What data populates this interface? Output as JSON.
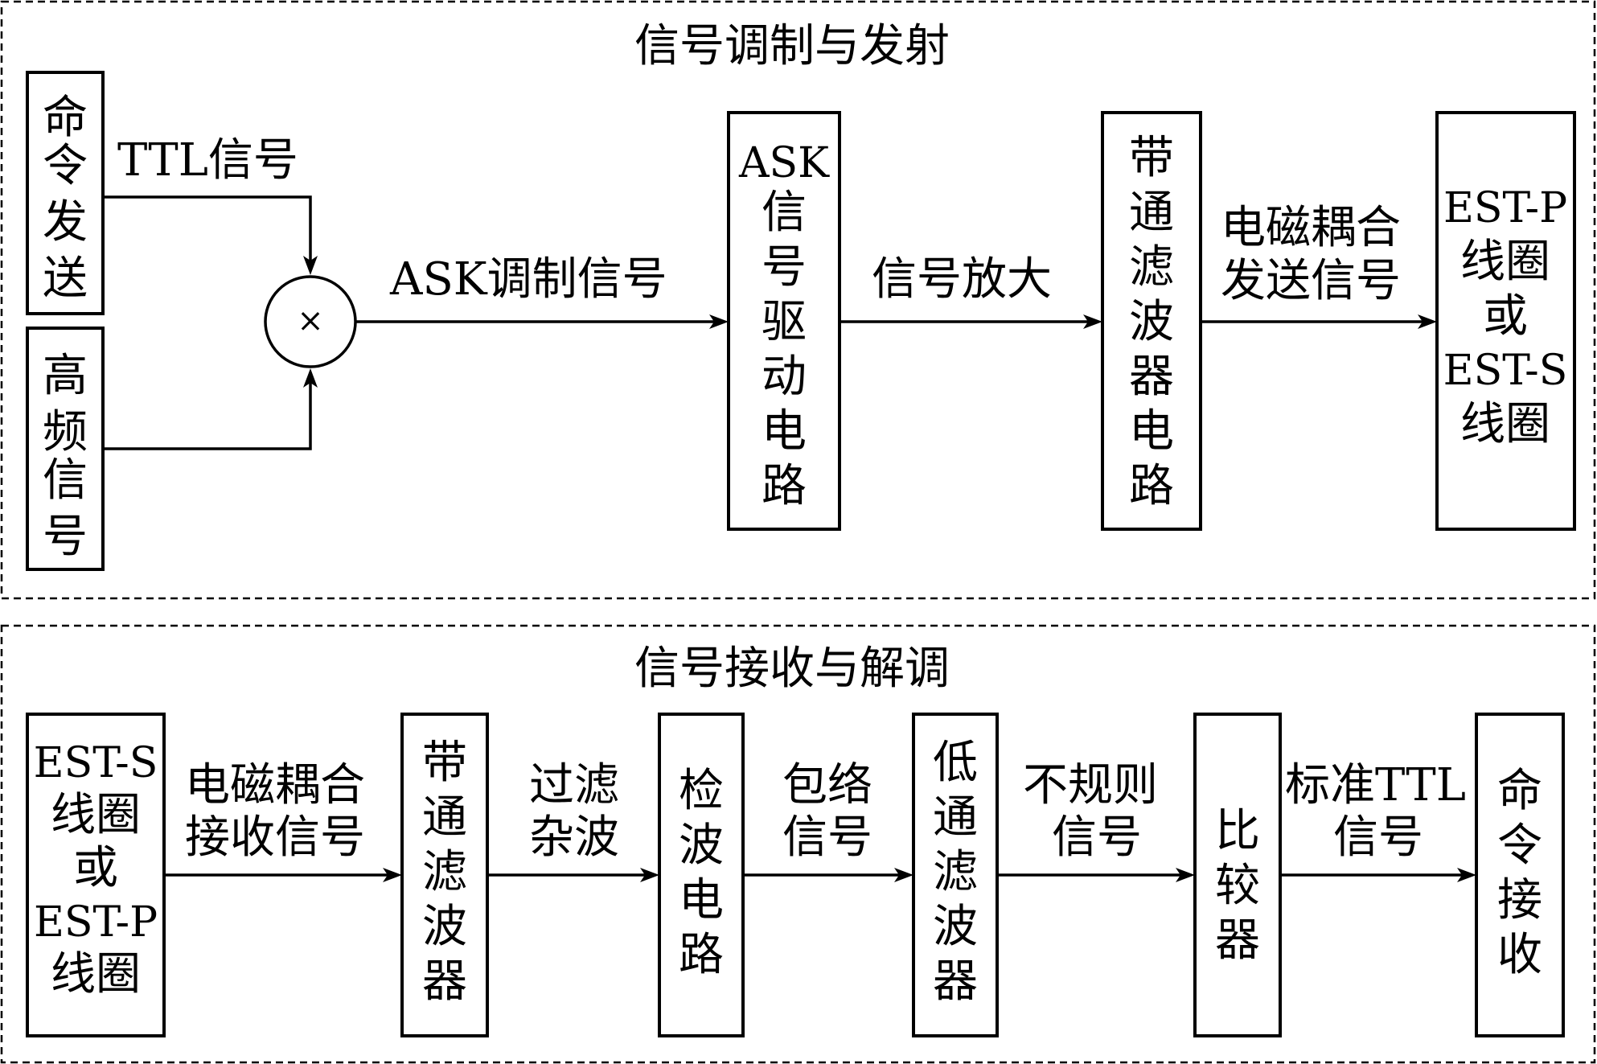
{
  "sections": {
    "transmit": {
      "title": "信号调制与发射"
    },
    "receive": {
      "title": "信号接收与解调"
    }
  },
  "transmit": {
    "command_send": [
      "命",
      "令",
      "发",
      "送"
    ],
    "hf_signal": [
      "高",
      "频",
      "信",
      "号"
    ],
    "ttl_label": "TTL信号",
    "mixer_symbol": "×",
    "ask_mod_label": "ASK调制信号",
    "ask_driver": [
      "ASK",
      "信",
      "号",
      "驱",
      "动",
      "电",
      "路"
    ],
    "amp_label": "信号放大",
    "bandpass": [
      "带",
      "通",
      "滤",
      "波",
      "器",
      "电",
      "路"
    ],
    "coupling_label": [
      "电磁耦合",
      "发送信号"
    ],
    "coil": [
      "EST-P",
      "线圈",
      "或",
      "EST-S",
      "线圈"
    ]
  },
  "receive": {
    "coil": [
      "EST-S",
      "线圈",
      "或",
      "EST-P",
      "线圈"
    ],
    "coupling_label": [
      "电磁耦合",
      "接收信号"
    ],
    "bandpass": [
      "带",
      "通",
      "滤",
      "波",
      "器"
    ],
    "filter_label": [
      "过滤",
      "杂波"
    ],
    "detector": [
      "检",
      "波",
      "电",
      "路"
    ],
    "envelope_label": [
      "包络",
      "信号"
    ],
    "lowpass": [
      "低",
      "通",
      "滤",
      "波",
      "器"
    ],
    "irregular_label": [
      "不规则",
      "信号"
    ],
    "comparator": [
      "比",
      "较",
      "器"
    ],
    "ttl_label": [
      "标准TTL",
      "信号"
    ],
    "command_receive": [
      "命",
      "令",
      "接",
      "收"
    ]
  }
}
